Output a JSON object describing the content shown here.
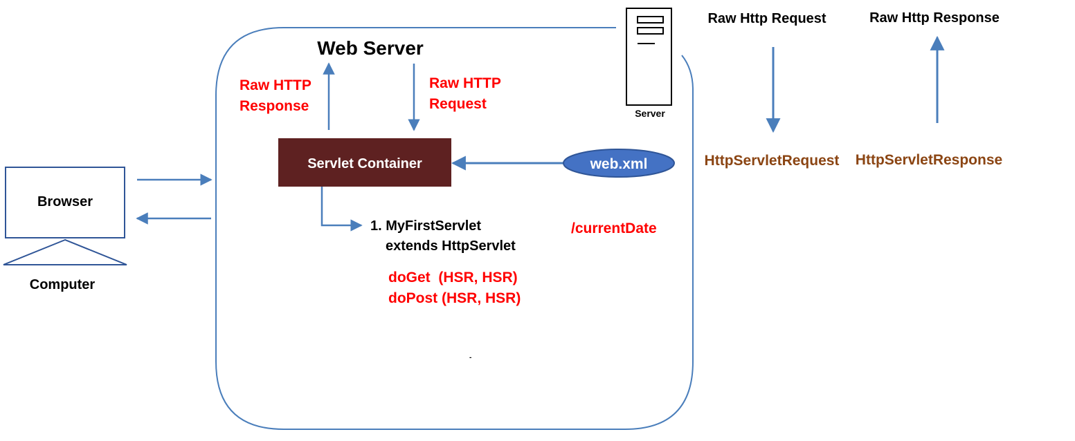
{
  "colors": {
    "line": "#4a7ebb",
    "red": "#ff0000",
    "brown": "#8b4513",
    "container_fill": "#5e2121",
    "ellipse_fill": "#4472c4",
    "black": "#000000",
    "white": "#ffffff"
  },
  "web_server": {
    "title": "Web Server",
    "raw_response": [
      "Raw HTTP",
      "Response"
    ],
    "raw_request": [
      "Raw HTTP",
      "Request"
    ],
    "container_label": "Servlet Container",
    "webxml_label": "web.xml",
    "servlet_line1": "1. MyFirstServlet",
    "servlet_line2": "extends HttpServlet",
    "do_get": "doGet  (HSR, HSR)",
    "do_post": "doPost (HSR, HSR)",
    "url_pattern": "/currentDate",
    "dash": "-"
  },
  "client": {
    "browser_label": "Browser",
    "computer_label": "Computer"
  },
  "server_icon": {
    "label": "Server"
  },
  "right_panel": {
    "raw_request_title": "Raw Http Request",
    "raw_response_title": "Raw Http Response",
    "servlet_request": "HttpServletRequest",
    "servlet_response": "HttpServletResponse"
  }
}
